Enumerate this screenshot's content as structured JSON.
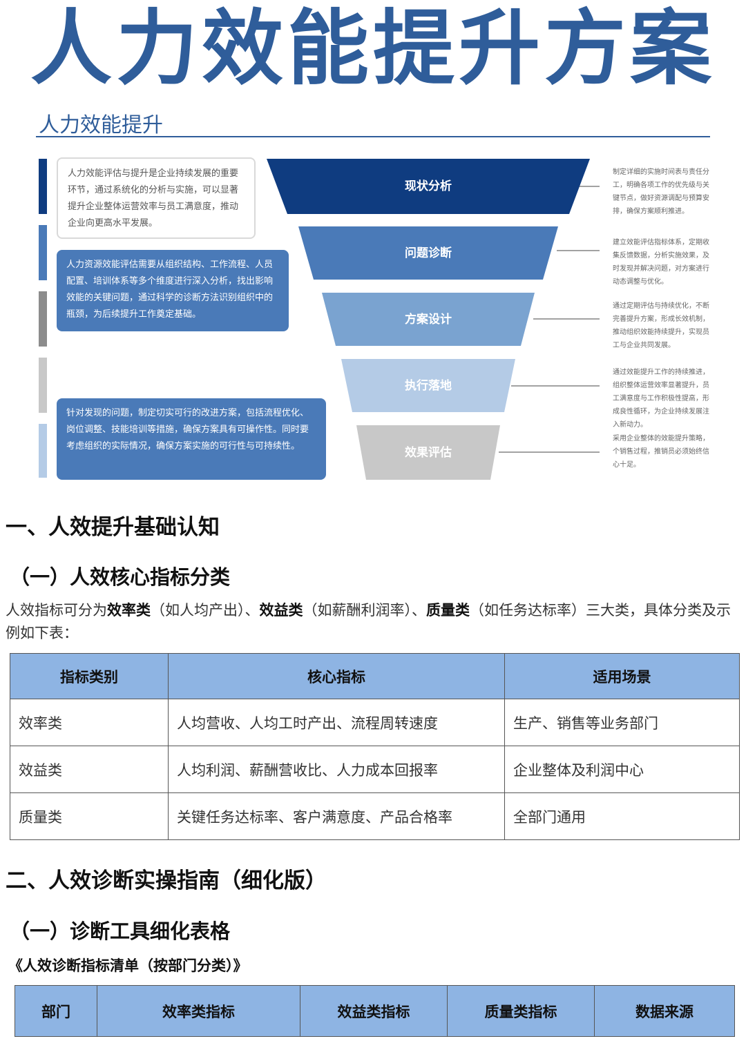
{
  "header": {
    "title": "人力效能提升方案",
    "subtitle": "人力效能提升"
  },
  "colors": {
    "accent": "#2f5d9a",
    "stage_1": "#0f3c80",
    "stage_2": "#4a7ab8",
    "stage_3": "#7aa3d0",
    "stage_4": "#b4cbe6",
    "stage_5": "#c8c8c8",
    "table_header": "#8eb4e3"
  },
  "left_boxes": [
    "人力效能评估与提升是企业持续发展的重要环节，通过系统化的分析与实施，可以显著提升企业整体运营效率与员工满意度，推动企业向更高水平发展。",
    "人力资源效能评估需要从组织结构、工作流程、人员配置、培训体系等多个维度进行深入分析，找出影响效能的关键问题，通过科学的诊断方法识别组织中的瓶颈，为后续提升工作奠定基础。",
    "针对发现的问题，制定切实可行的改进方案，包括流程优化、岗位调整、技能培训等措施，确保方案具有可操作性。同时要考虑组织的实际情况，确保方案实施的可行性与可持续性。"
  ],
  "funnel": {
    "stages": [
      "现状分析",
      "问题诊断",
      "方案设计",
      "执行落地",
      "效果评估"
    ]
  },
  "right_notes": [
    "制定详细的实施时间表与责任分工，明确各项工作的优先级与关键节点，做好资源调配与预算安排，确保方案顺利推进。",
    "建立效能评估指标体系，定期收集反馈数据，分析实施效果，及时发现并解决问题，对方案进行动态调整与优化。",
    "通过定期评估与持续优化，不断完善提升方案，形成长效机制，推动组织效能持续提升，实现员工与企业共同发展。",
    "通过效能提升工作的持续推进，组织整体运营效率显著提升，员工满意度与工作积极性提高，形成良性循环，为企业持续发展注入新动力。",
    "采用企业整体的效能提升策略，个销售过程，推销员必须始终信心十足。"
  ],
  "section1": {
    "heading": "一、人效提升基础认知",
    "sub_heading": "（一）人效核心指标分类",
    "para": {
      "p1": "人效指标可分为",
      "b1": "效率类",
      "p2": "（如人均产出）、",
      "b2": "效益类",
      "p3": "（如薪酬利润率）、",
      "b3": "质量类",
      "p4": "（如任务达标率）三大类，具体分类及示例如下表："
    },
    "table": {
      "headers": [
        "指标类别",
        "核心指标",
        "适用场景"
      ],
      "rows": [
        [
          "效率类",
          "人均营收、人均工时产出、流程周转速度",
          "生产、销售等业务部门"
        ],
        [
          "效益类",
          "人均利润、薪酬营收比、人力成本回报率",
          "企业整体及利润中心"
        ],
        [
          "质量类",
          "关键任务达标率、客户满意度、产品合格率",
          "全部门通用"
        ]
      ]
    }
  },
  "section2": {
    "heading": "二、人效诊断实操指南（细化版）",
    "sub_heading": "（一）诊断工具细化表格",
    "caption": "《人效诊断指标清单（按部门分类）》",
    "table": {
      "headers": [
        "部门",
        "效率类指标",
        "效益类指标",
        "质量类指标",
        "数据来源"
      ]
    }
  }
}
